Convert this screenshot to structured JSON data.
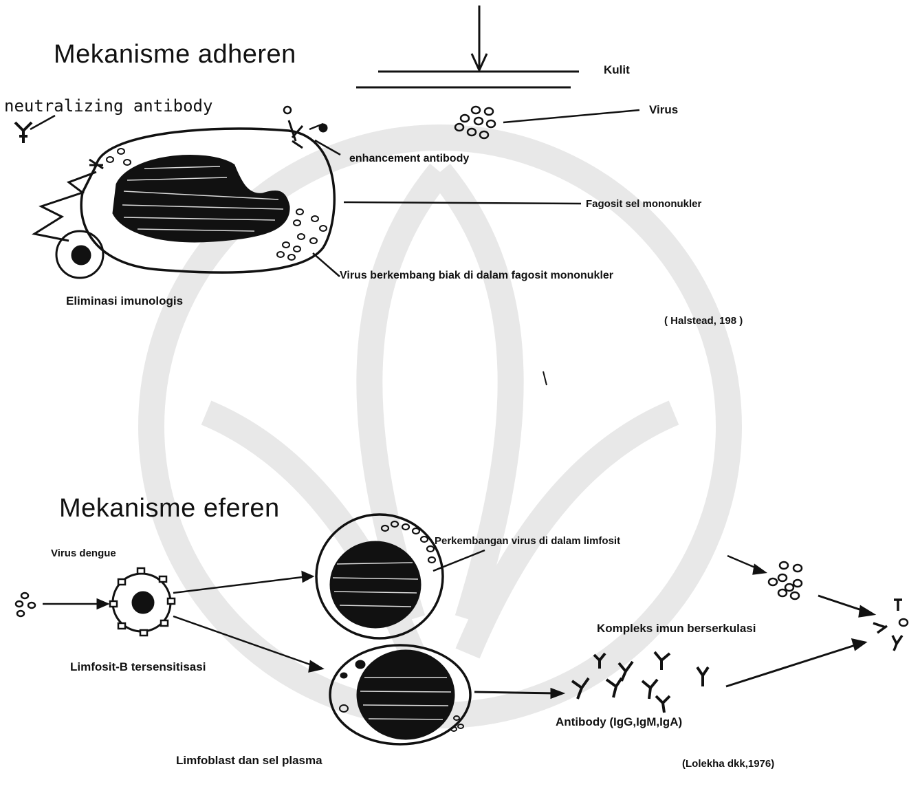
{
  "adherent": {
    "title": "Mekanisme adheren",
    "labels": {
      "neutralizing_antibody": "neutralizing antibody",
      "kulit": "Kulit",
      "virus": "Virus",
      "enhancement_antibody": "enhancement antibody",
      "fagosit": "Fagosit sel mononukler",
      "virus_berkembang": "Virus berkembang biak di dalam fagosit mononukler",
      "eliminasi": "Eliminasi imunologis",
      "citation": "( Halstead, 198 )"
    }
  },
  "efferent": {
    "title": "Mekanisme eferen",
    "labels": {
      "virus_dengue": "Virus dengue",
      "perkembangan": "Perkembangan virus di dalam limfosit",
      "limfosit_b": "Limfosit-B tersensitisasi",
      "kompleks": "Kompleks imun berserkulasi",
      "antibody": "Antibody (IgG,IgM,IgA)",
      "limfoblast": "Limfoblast dan sel plasma",
      "citation": "(Lolekha dkk,1976)"
    }
  },
  "colors": {
    "ink": "#111111",
    "watermark": "#e6e6e6",
    "background": "#ffffff"
  }
}
